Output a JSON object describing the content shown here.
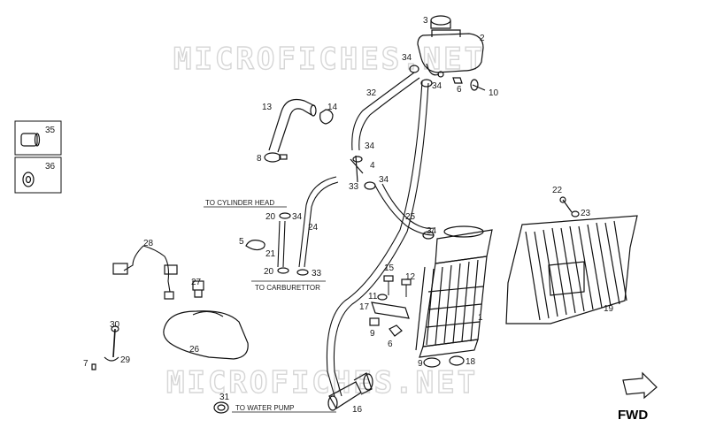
{
  "watermark": "MICROFICHES.NET",
  "direction_label": "FWD",
  "annotations": {
    "cylinder_head": "TO CYLINDER HEAD",
    "carburettor": "TO CARBURETTOR",
    "water_pump": "TO WATER PUMP"
  },
  "legend": [
    {
      "number": "35",
      "part": "hose sleeve"
    },
    {
      "number": "36",
      "part": "washer"
    }
  ],
  "callouts": [
    "1",
    "2",
    "3",
    "4",
    "5",
    "6",
    "6",
    "7",
    "8",
    "9",
    "9",
    "10",
    "11",
    "12",
    "13",
    "14",
    "15",
    "16",
    "17",
    "18",
    "19",
    "20",
    "20",
    "21",
    "22",
    "23",
    "24",
    "25",
    "26",
    "27",
    "28",
    "29",
    "30",
    "31",
    "32",
    "33",
    "33",
    "34",
    "34",
    "34",
    "34",
    "34",
    "34"
  ],
  "colors": {
    "line": "#111111",
    "watermark": "#d6d6d6",
    "background": "#ffffff"
  }
}
